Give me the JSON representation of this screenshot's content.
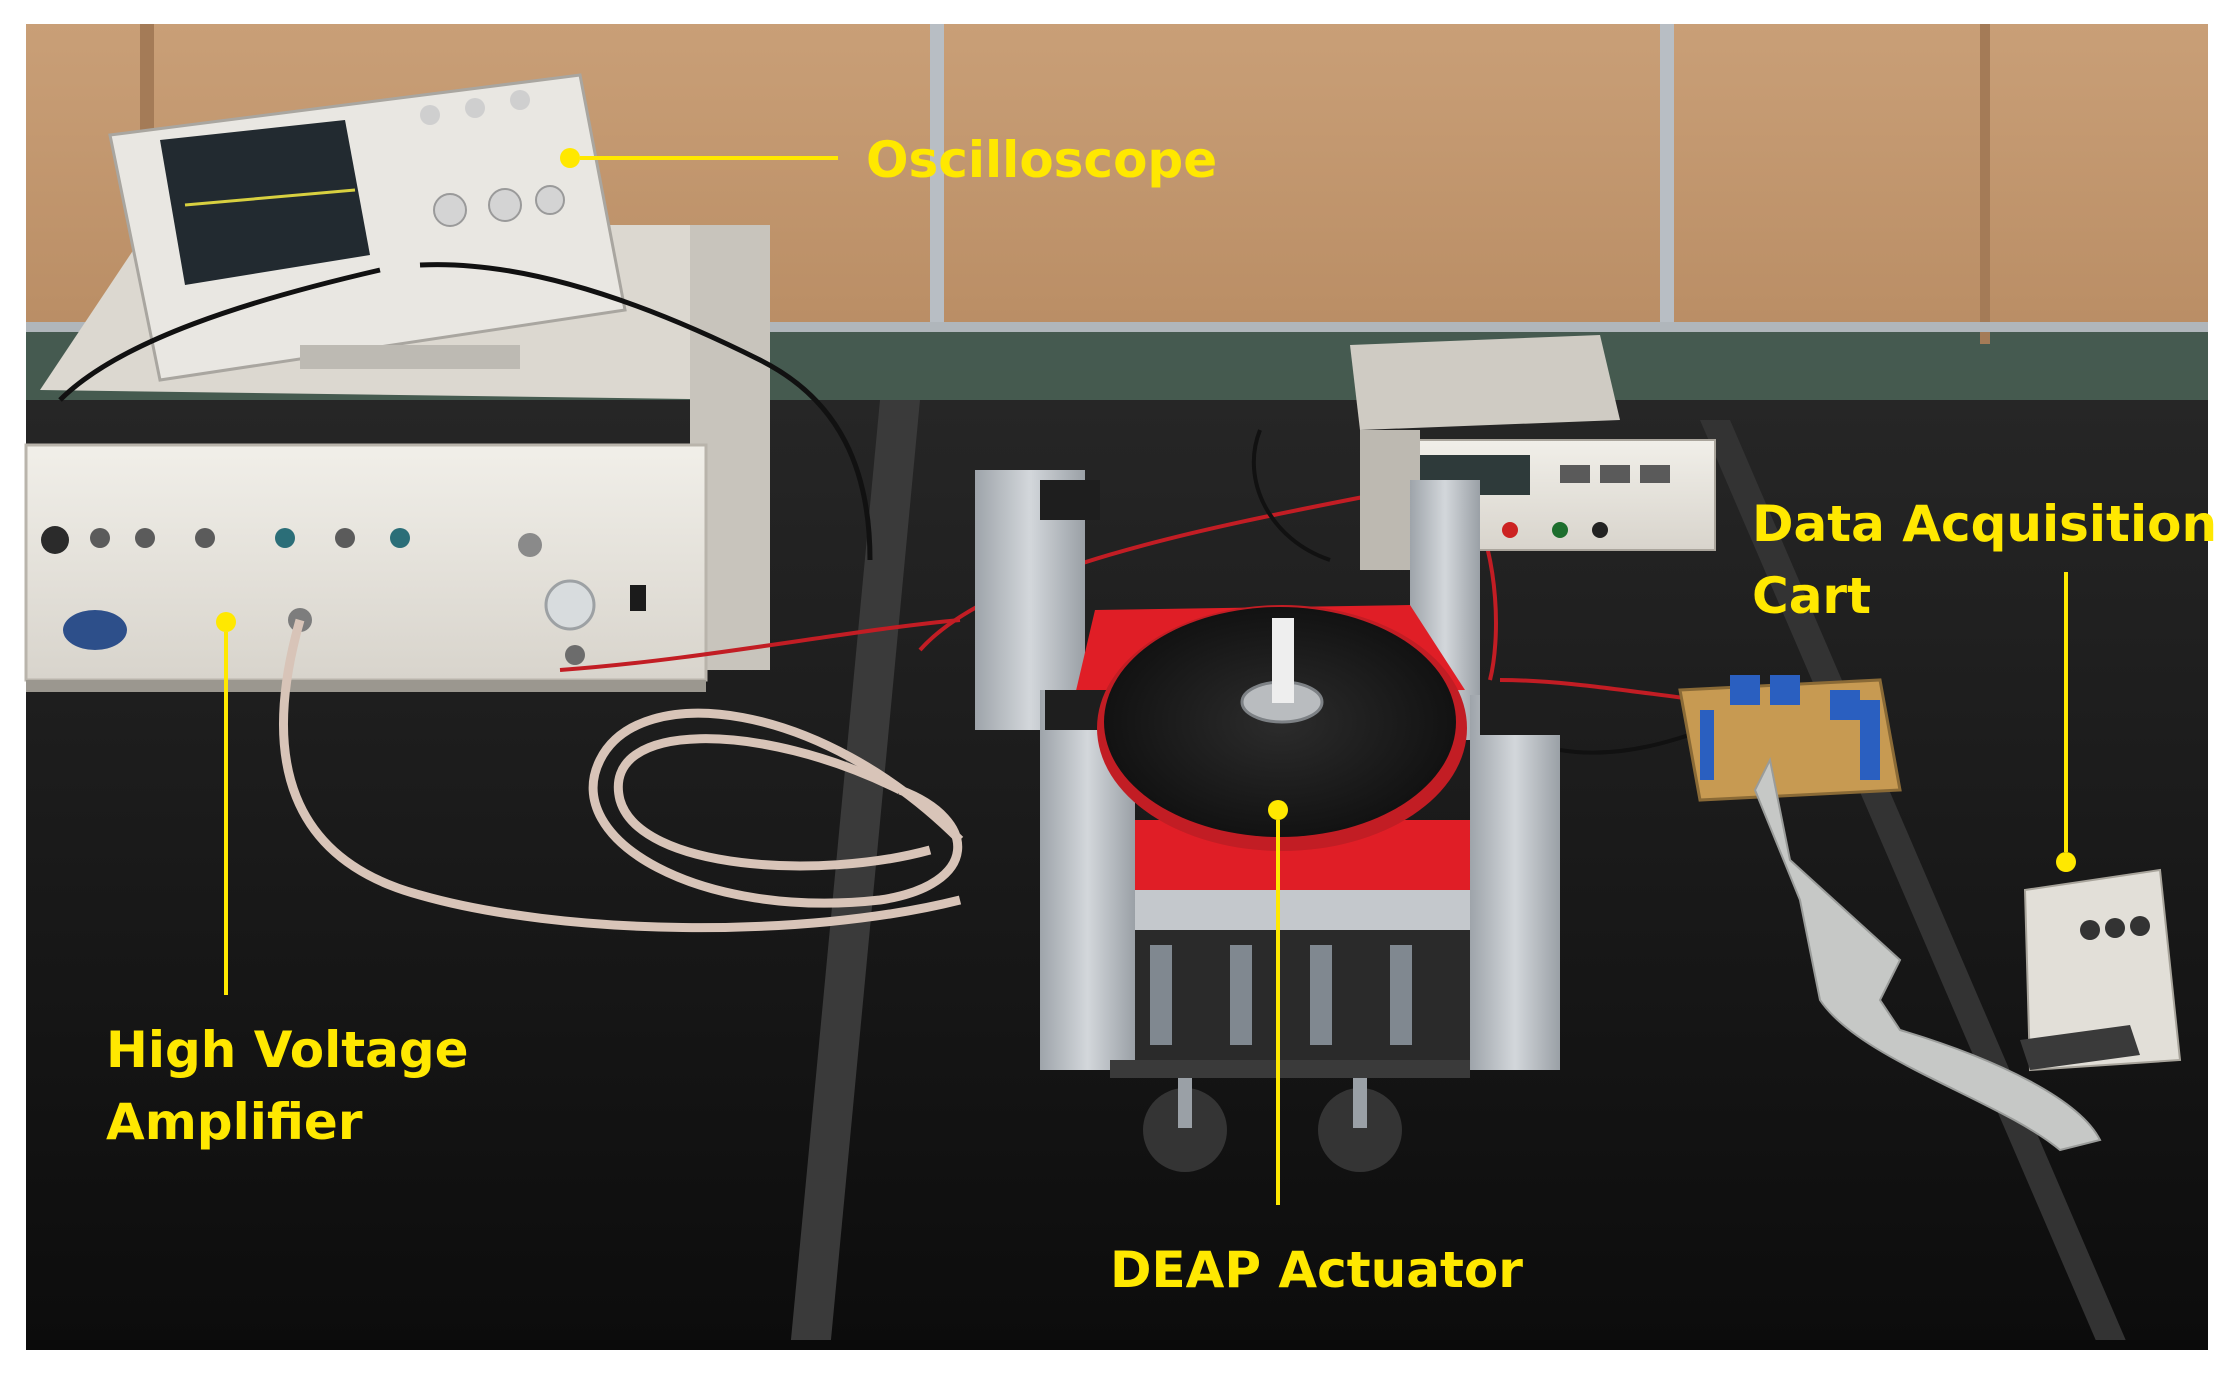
{
  "colors": {
    "label": "#ffe800",
    "wall": "#c49a72",
    "table": "#161616",
    "frame": "#b7bcc2",
    "red_plate": "#e01e26",
    "membrane": "#1c1c1c"
  },
  "labels": {
    "oscilloscope": "Oscilloscope",
    "amplifier_line1": "High Voltage",
    "amplifier_line2": "Amplifier",
    "actuator": "DEAP Actuator",
    "daq_line1": "Data Acquisition",
    "daq_line2": "Cart"
  }
}
